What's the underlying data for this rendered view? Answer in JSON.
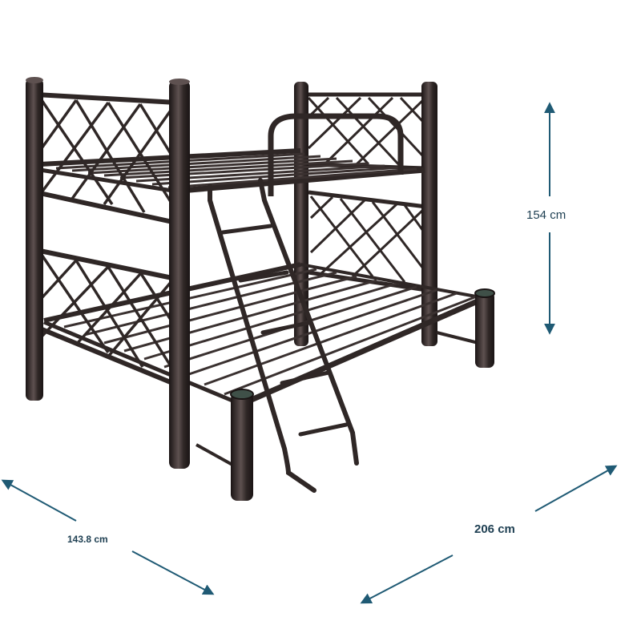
{
  "image": {
    "subject": "metal-bunk-bed",
    "colors": {
      "frame": "#2f2726",
      "frame_highlight": "#7a6b69",
      "frame_dark": "#1a1414",
      "post_cap": "#3f5048",
      "dimension_arrow": "#1f5a74",
      "background": "#ffffff"
    }
  },
  "dimensions": {
    "height": "154 cm",
    "length": "206 cm",
    "width": "143.8 cm"
  }
}
